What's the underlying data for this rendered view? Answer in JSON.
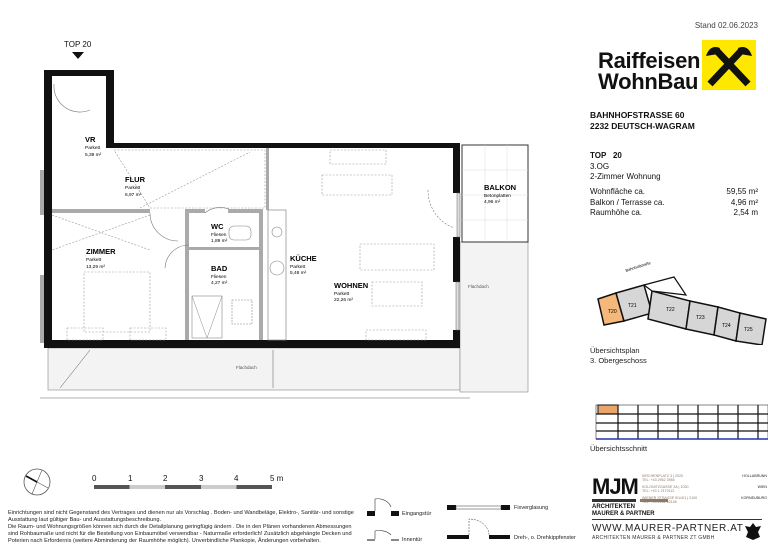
{
  "header": {
    "stand": "Stand 02.06.2023",
    "brand_line1": "Raiffeisen",
    "brand_line2": "WohnBau",
    "brand_color": "#ffe800",
    "address_line1": "BAHNHOFSTRASSE 60",
    "address_line2": "2232 DEUTSCH-WAGRAM"
  },
  "unit": {
    "top_label": "TOP",
    "top_number": "20",
    "floor": "3.OG",
    "type": "2-Zimmer Wohnung",
    "areas": [
      {
        "label": "Wohnfläche ca.",
        "value": "59,55 m²"
      },
      {
        "label": "Balkon / Terrasse ca.",
        "value": "4,96 m²"
      },
      {
        "label": "Raumhöhe ca.",
        "value": "2,54 m"
      }
    ]
  },
  "plan": {
    "entry_marker": "TOP 20",
    "rooms": [
      {
        "name": "VR",
        "floor": "Parkett",
        "area": "5,39 m²"
      },
      {
        "name": "FLUR",
        "floor": "Parkett",
        "area": "6,97 m²"
      },
      {
        "name": "ZIMMER",
        "floor": "Parkett",
        "area": "13,29 m²"
      },
      {
        "name": "WC",
        "floor": "Fliesen",
        "area": "1,89 m²"
      },
      {
        "name": "BAD",
        "floor": "Fliesen",
        "area": "4,27 m²"
      },
      {
        "name": "KÜCHE",
        "floor": "Parkett",
        "area": "5,48 m²"
      },
      {
        "name": "WOHNEN",
        "floor": "Parkett",
        "area": "22,26 m²"
      },
      {
        "name": "BALKON",
        "floor": "Betonplatten",
        "area": "4,96 m²"
      }
    ],
    "flachdach": "Flachdach",
    "highlight_color": "#f4b87a"
  },
  "overview": {
    "plan_street": "Bahnhofstraße",
    "units": [
      "T20",
      "T21",
      "T22",
      "T23",
      "T24",
      "T25"
    ],
    "plan_caption_1": "Übersichtsplan",
    "plan_caption_2": "3. Obergeschoss",
    "section_caption": "Übersichtsschnitt"
  },
  "scale": {
    "ticks": [
      "0",
      "1",
      "2",
      "3",
      "4",
      "5 m"
    ]
  },
  "legend": {
    "entrance_door": "Eingangstür",
    "interior_door": "Innentür",
    "fixed_glazing": "Fixverglasung",
    "tilt_window": "Dreh-, o. Drehkippfenster"
  },
  "disclaimer": {
    "p1": "Einrichtungen sind nicht Gegenstand des Vertrages und dienen nur als Vorschlag . Boden- und Wandbeläge, Elektro-, Sanitär- und sonstige Ausstattung laut gültiger Bau- und Ausstattungsbeschreibung.",
    "p2": "Die Raum- und Wohnungsgrößen können sich durch die Detailplanung geringfügig ändern . Die in den Plänen vorhandenen Abmessungen sind Rohbaumaße und nicht für die Bestellung von Einbaumöbel verwendbar - Naturmaße erforderlich! Zusätzlich abgehängte Decken und Poterien nach Erfordernis (weitere Abminderung der Raumhöhe möglich). Unverbindliche Plankopie, Änderungen vorbehalten."
  },
  "architect": {
    "logo": "MJM",
    "offices": [
      {
        "address": "KIRCHENPLATZ 3 | 2020",
        "city": "HOLLABRUNN",
        "tel": "TEL: +43 2952 3965"
      },
      {
        "address": "KOLONITZGASSE 3A | 1030",
        "city": "WIEN",
        "tel": "TEL: +43 1 2170112"
      },
      {
        "address": "WIENER STRASSE 5/1/4/1 | 2100",
        "city": "KORNEUBURG",
        "tel": "TEL: +43 2262 62148"
      }
    ],
    "name_line1": "ARCHITEKTEN",
    "name_line2": "MAURER & PARTNER",
    "website": "WWW.MAURER-PARTNER.AT",
    "company": "ARCHITEKTEN MAURER & PARTNER ZT GMBH"
  }
}
